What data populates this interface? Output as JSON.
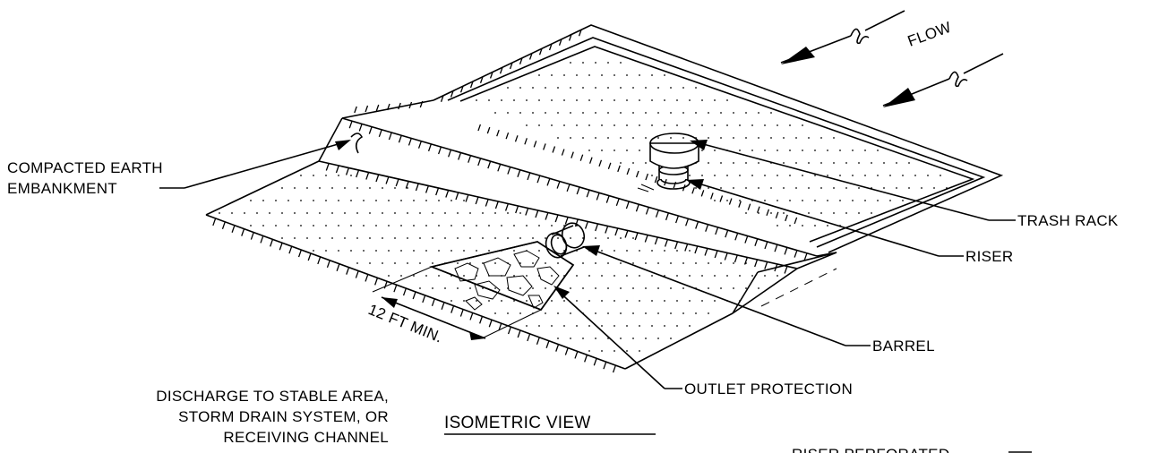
{
  "labels": {
    "flow": "FLOW",
    "embankment_line1": "COMPACTED EARTH",
    "embankment_line2": "EMBANKMENT",
    "trash_rack": "TRASH RACK",
    "riser": "RISER",
    "barrel": "BARREL",
    "outlet_protection": "OUTLET PROTECTION",
    "dimension": "12 FT MIN.",
    "discharge_line1": "DISCHARGE TO STABLE AREA,",
    "discharge_line2": "STORM DRAIN SYSTEM, OR",
    "discharge_line3": "RECEIVING CHANNEL",
    "view_title": "ISOMETRIC VIEW",
    "riser_perforated": "RISER PERFORATED"
  }
}
